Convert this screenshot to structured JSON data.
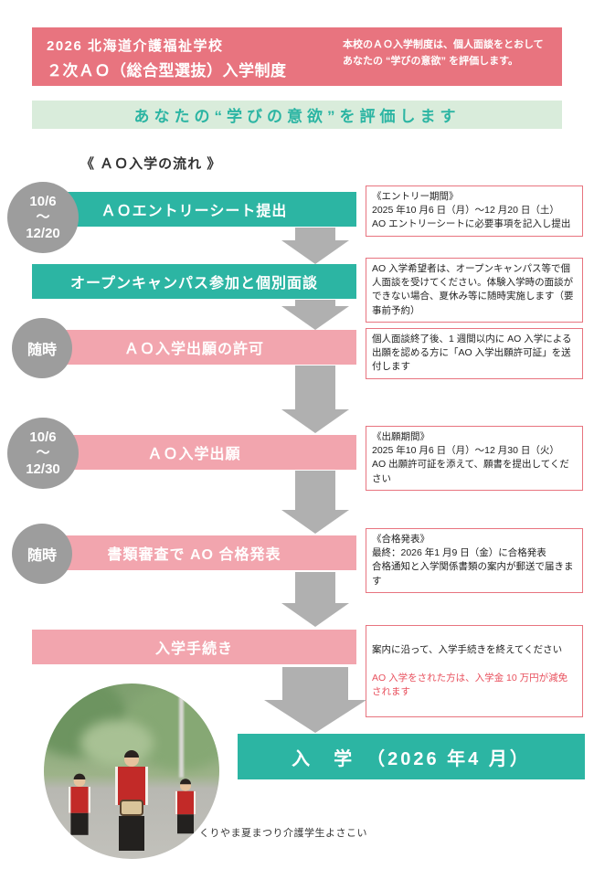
{
  "header": {
    "title_line1": "2026 北海道介護福祉学校",
    "title_line2": "２次ＡＯ（総合型選抜）入学制度",
    "description": "本校のＡＯ入学制度は、個人面談をとおして\nあなたの “学びの意欲” を評価します。"
  },
  "banner": {
    "text": "あなたの“学びの意欲”を評価します"
  },
  "flow": {
    "title": "《 ＡＯ入学の流れ 》",
    "steps": [
      {
        "badge": "10/6\n～\n12/20",
        "label": "ＡＯエントリーシート提出",
        "note": "《エントリー期間》\n2025 年10 月6 日（月）～12 月20 日（土）\nAO エントリーシートに必要事項を記入し提出"
      },
      {
        "badge": "",
        "label": "オープンキャンパス参加と個別面談",
        "note": "AO 入学希望者は、オープンキャンパス等で個人面談を受けてください。体験入学時の面談ができない場合、夏休み等に随時実施します（要事前予約）"
      },
      {
        "badge": "随時",
        "label": "ＡＯ入学出願の許可",
        "note": "個人面談終了後、1 週間以内に AO 入学による出願を認める方に「AO 入学出願許可証」を送付します"
      },
      {
        "badge": "10/6\n～\n12/30",
        "label": "ＡＯ入学出願",
        "note": "《出願期間》\n2025 年10 月6 日（月）～12 月30 日（火）\nAO 出願許可証を添えて、願書を提出してください"
      },
      {
        "badge": "随時",
        "label": "書類審査で AO 合格発表",
        "note": "《合格発表》\n最終：2026 年1 月9 日（金）に合格発表\n合格通知と入学関係書類の案内が郵送で届きます"
      },
      {
        "badge": "",
        "label": "入学手続き",
        "note": "案内に沿って、入学手続きを終えてください",
        "note_red": "AO 入学をされた方は、入学金 10 万円が減免されます"
      }
    ],
    "final_label": "入　学　（2026 年4 月）"
  },
  "photo": {
    "caption": "くりやま夏まつり介護学生よさこい"
  },
  "colors": {
    "accent_pink": "#e8747f",
    "teal": "#2cb5a3",
    "light_pink": "#f2a5ae",
    "badge_gray": "#9d9d9d",
    "arrow_gray": "#b0b0b0",
    "banner_bg": "#d9ecdb",
    "red_text": "#e8505d"
  }
}
